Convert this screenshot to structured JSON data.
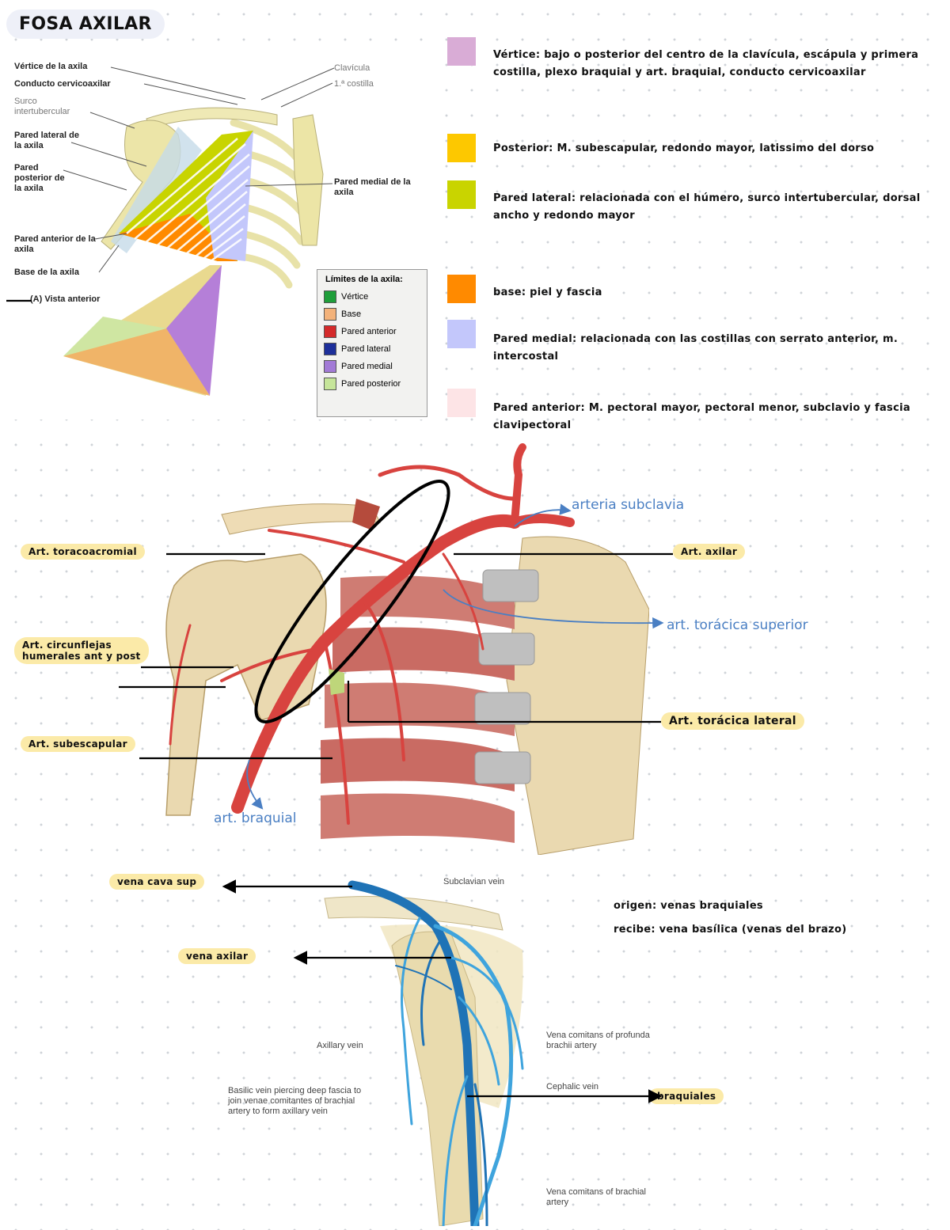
{
  "title": "FOSA AXILAR",
  "fig1": {
    "labels": {
      "vertice": "Vértice de la axila",
      "conducto": "Conducto cervicoaxilar",
      "surco": "Surco intertubercular",
      "pared_lateral": "Pared lateral de la axila",
      "pared_posterior": "Pared posterior de la axila",
      "pared_anterior": "Pared anterior de la axila",
      "base": "Base de la axila",
      "vista": "(A) Vista anterior",
      "clavicula": "Clavícula",
      "costilla": "1.ª costilla",
      "pared_medial": "Pared medial de la axila"
    },
    "legend": {
      "title": "Límites de la axila:",
      "items": [
        {
          "label": "Vértice",
          "color": "#1f9e3a"
        },
        {
          "label": "Base",
          "color": "#f3b27a"
        },
        {
          "label": "Pared anterior",
          "color": "#d42a2a"
        },
        {
          "label": "Pared lateral",
          "color": "#1d2f9a"
        },
        {
          "label": "Pared medial",
          "color": "#a27ad6"
        },
        {
          "label": "Pared posterior",
          "color": "#c6e59a"
        }
      ]
    }
  },
  "key": [
    {
      "color": "#d9acd6",
      "head": "Vértice",
      "text": "bajo o posterior del centro de la clavícula, escápula y primera costilla, plexo braquial y art. braquial, conducto cervicoaxilar"
    },
    {
      "color": "#fdc800",
      "head": "Posterior",
      "text": "M. subescapular, redondo mayor, latissimo del dorso"
    },
    {
      "color": "#c9d400",
      "head": "Pared lateral",
      "text": "relacionada con el húmero, surco intertubercular, dorsal ancho y redondo mayor"
    },
    {
      "color": "#ff8a00",
      "head": "base",
      "text": "piel y fascia"
    },
    {
      "color": "#c3c7fb",
      "head": "Pared medial",
      "text": "relacionada con las costillas con serrato anterior, m. intercostal"
    },
    {
      "color": "#fde4e6",
      "head": "Pared anterior",
      "text": "M. pectoral mayor, pectoral menor, subclavio y fascia clavipectoral"
    }
  ],
  "arteries": {
    "toracoacromial": "Art. toracoacromial",
    "circunflejas": "Art. circunflejas humerales ant y post",
    "subescapular": "Art. subescapular",
    "axilar": "Art. axilar",
    "toracica_lateral": "Art. torácica lateral",
    "subclavia": "arteria subclavia",
    "toracica_superior": "art. torácica superior",
    "braquial": "art. braquial"
  },
  "veins": {
    "cava": "vena cava sup",
    "axilar": "vena axilar",
    "braquiales": "braquiales",
    "origen": "origen: venas braquiales",
    "recibe": "recibe: vena basílica (venas del brazo)",
    "subclavian": "Subclavian vein",
    "axillary": "Axillary vein",
    "basilic": "Basilic vein piercing deep fascia to join venae comitantes of brachial artery to form axillary vein",
    "comitans_profunda": "Vena comitans of profunda brachii artery",
    "cephalic": "Cephalic vein",
    "comitans_brachial": "Vena comitans of brachial artery"
  }
}
